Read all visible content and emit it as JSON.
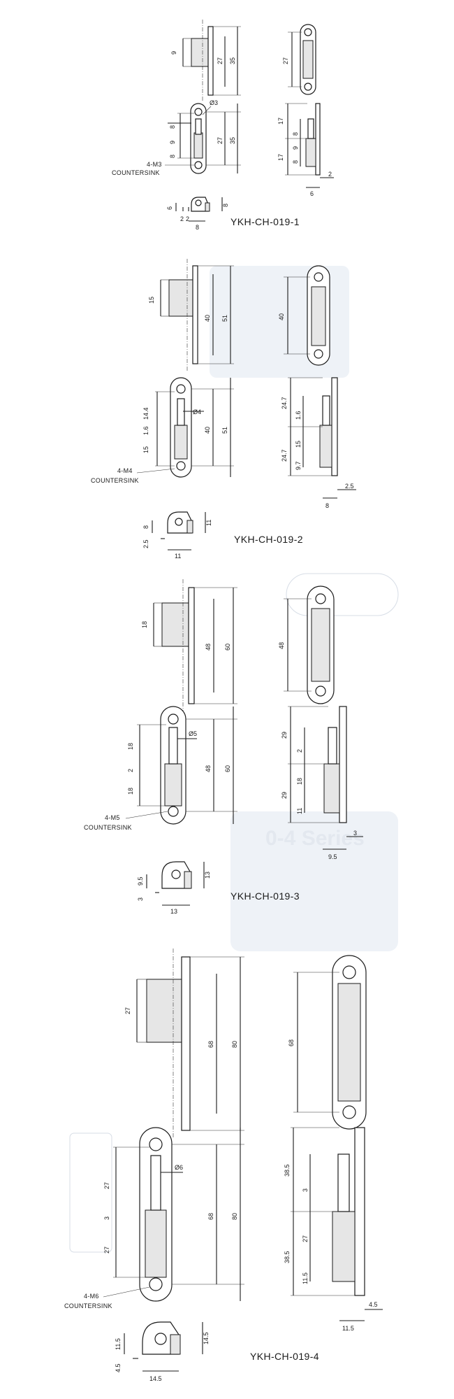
{
  "parts": [
    {
      "model": "YKH-CH-019-1",
      "countersink_note": "4-M3",
      "countersink_label": "COUNTERSINK",
      "dims": {
        "tab_width": "9",
        "plate_height": "27",
        "overall_height": "35",
        "side_plate_height": "27",
        "hole_dia": "Ø3",
        "upper_offset": "8",
        "pin_gap": "9",
        "lower_offset": "8",
        "front_height": "27",
        "front_overall": "35",
        "side_upper": "17",
        "side_lower": "17",
        "side_mid_a": "8",
        "side_mid_b": "9",
        "side_mid_c": "8",
        "side_base": "6",
        "side_thick": "2",
        "bot_left": "6",
        "bot_small_a": "2",
        "bot_small_b": "2",
        "bot_width": "8",
        "bot_height": "8"
      }
    },
    {
      "model": "YKH-CH-019-2",
      "countersink_note": "4-M4",
      "countersink_label": "COUNTERSINK",
      "dims": {
        "tab_width": "15",
        "plate_height": "40",
        "overall_height": "51",
        "side_plate_height": "40",
        "hole_dia": "Ø4",
        "upper_offset": "14.4",
        "pin_gap": "1.6",
        "lower_offset": "15",
        "front_height": "40",
        "front_overall": "51",
        "side_upper": "24.7",
        "side_lower": "24.7",
        "side_mid_a": "1.6",
        "side_mid_b": "15",
        "side_mid_c": "9.7",
        "side_base": "8",
        "side_thick": "2.5",
        "bot_left": "8",
        "bot_small_a": "2.5",
        "bot_width": "11",
        "bot_height": "11"
      }
    },
    {
      "model": "YKH-CH-019-3",
      "countersink_note": "4-M5",
      "countersink_label": "COUNTERSINK",
      "dims": {
        "tab_width": "18",
        "plate_height": "48",
        "overall_height": "60",
        "side_plate_height": "48",
        "hole_dia": "Ø5",
        "upper_offset": "18",
        "pin_gap": "2",
        "lower_offset": "18",
        "front_height": "48",
        "front_overall": "60",
        "side_upper": "29",
        "side_lower": "29",
        "side_mid_a": "2",
        "side_mid_b": "18",
        "side_mid_c": "11",
        "side_base": "9.5",
        "side_thick": "3",
        "bot_left": "9.5",
        "bot_small_a": "3",
        "bot_width": "13",
        "bot_height": "13"
      }
    },
    {
      "model": "YKH-CH-019-4",
      "countersink_note": "4-M6",
      "countersink_label": "COUNTERSINK",
      "dims": {
        "tab_width": "27",
        "plate_height": "68",
        "overall_height": "80",
        "side_plate_height": "68",
        "hole_dia": "Ø6",
        "upper_offset": "27",
        "pin_gap": "3",
        "lower_offset": "27",
        "front_height": "68",
        "front_overall": "80",
        "side_upper": "38.5",
        "side_lower": "38.5",
        "side_mid_a": "3",
        "side_mid_b": "27",
        "side_mid_c": "11.5",
        "side_base": "11.5",
        "side_thick": "4.5",
        "bot_left": "11.5",
        "bot_small_a": "4.5",
        "bot_width": "14.5",
        "bot_height": "14.5"
      }
    }
  ],
  "background_text": "0-4 Series",
  "colors": {
    "ink": "#1a1a1a",
    "ghost": "#d7dde6",
    "paper": "#ffffff"
  }
}
